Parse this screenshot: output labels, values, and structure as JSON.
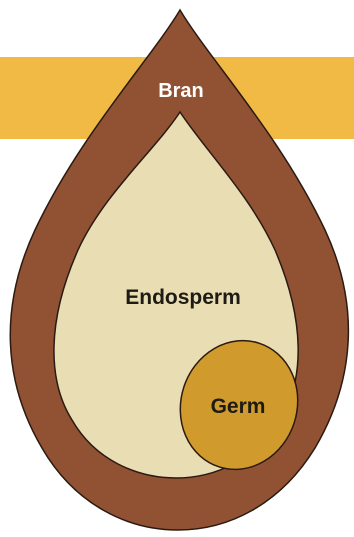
{
  "diagram": {
    "labels": {
      "bran": "Bran",
      "endosperm": "Endosperm",
      "germ": "Germ"
    },
    "colors": {
      "band": "#F0BA45",
      "bran": "#915234",
      "endosperm": "#E9DDB3",
      "germ": "#D09A2D",
      "outline": "#2A1A12",
      "bran_text": "#FFFFFF",
      "inner_text": "#1E1A14"
    }
  }
}
